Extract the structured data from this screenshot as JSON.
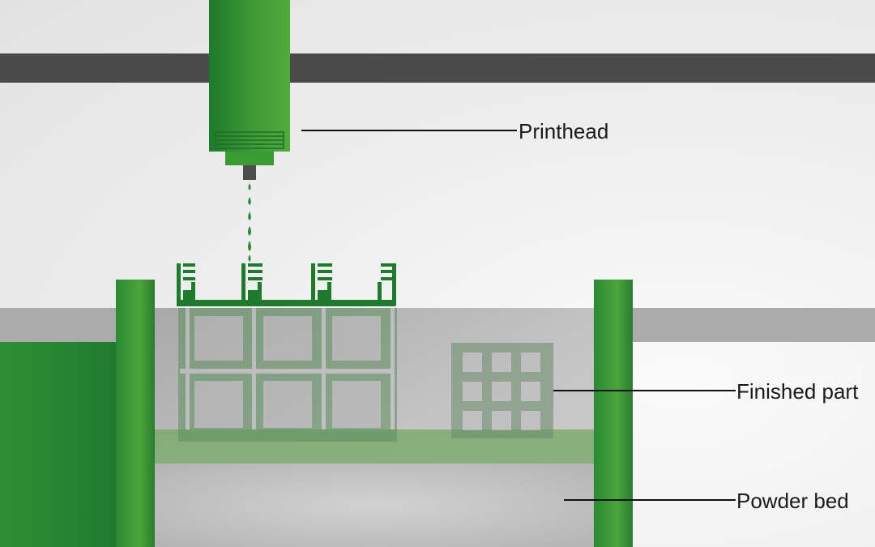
{
  "labels": {
    "printhead": "Printhead",
    "finished_part": "Finished part",
    "powder_bed": "Powder bed"
  },
  "colors": {
    "green_dark": "#1f7a2e",
    "green_light": "#4fa83a",
    "rail": "#4a4a4a",
    "powder": "#b9b9b9",
    "leader_line": "#111111"
  }
}
